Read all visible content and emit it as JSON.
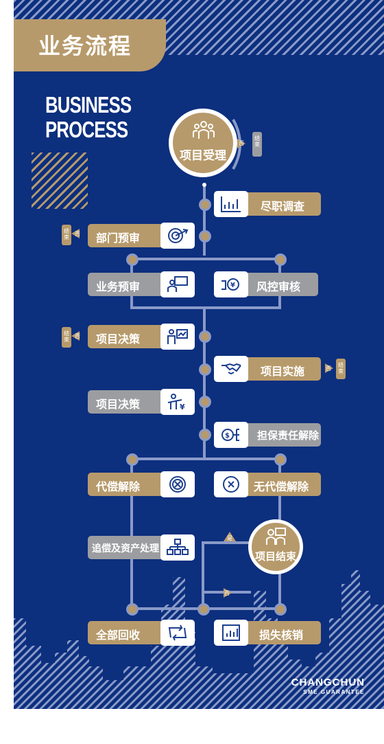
{
  "header": {
    "title": "业务流程",
    "subtitle_line1": "BUSINESS",
    "subtitle_line2": "PROCESS"
  },
  "nodes": {
    "start": "项目受理",
    "due_diligence": "尽职调查",
    "dept_review": "部门预审",
    "biz_review": "业务预审",
    "risk_review": "风控审核",
    "decision1": "项目决策",
    "implement": "项目实施",
    "decision2": "项目决策",
    "release": "担保责任解除",
    "comp_release": "代偿解除",
    "no_comp_release": "无代偿解除",
    "recovery": "追偿及资产处理",
    "project_end": "项目结束",
    "full_recovery": "全部回收",
    "writeoff": "损失核销"
  },
  "flags": {
    "no": "否",
    "end_top": "结",
    "end_bottom": "束",
    "yes": "是"
  },
  "brand": {
    "line1": "CHANGCHUN",
    "line2": "SME GUARANTEE"
  },
  "icons": [
    "people-icon",
    "chart-icon",
    "target-icon",
    "presentation-icon",
    "money-handshake-icon",
    "teacher-icon",
    "handshake-icon",
    "yuan-cashier-icon",
    "coin-network-icon",
    "x-circle-icon",
    "org-chart-icon",
    "recycle-icon",
    "bar-chart-icon",
    "team-icon"
  ],
  "colors": {
    "navy": "#0c2f7e",
    "gold": "#b79a6b",
    "gray": "#9c9da0",
    "line": "#8a9ac8"
  }
}
